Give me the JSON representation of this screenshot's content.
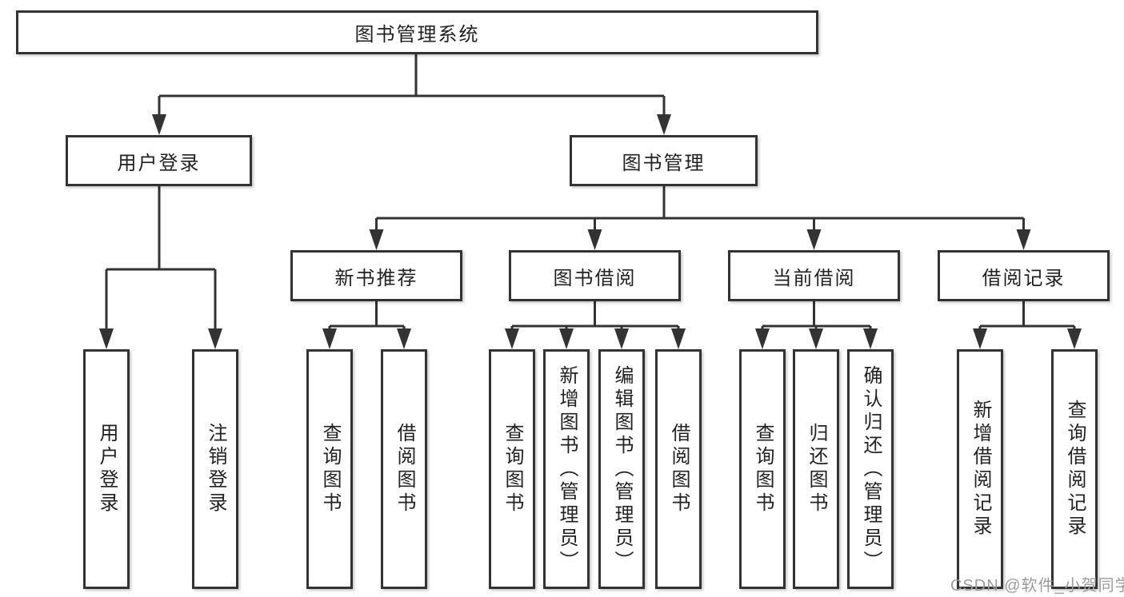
{
  "colors": {
    "line": "#333333",
    "box_border": "#333333",
    "box_fill": "#ffffff",
    "text": "#222222",
    "watermark": "#9c9c9c",
    "background": "#ffffff"
  },
  "tree": {
    "root": {
      "label": "图书管理系统"
    },
    "level2": [
      {
        "label": "用户登录",
        "leaves": [
          {
            "label": "用户登录"
          },
          {
            "label": "注销登录"
          }
        ]
      },
      {
        "label": "图书管理",
        "groups": [
          {
            "label": "新书推荐",
            "leaves": [
              {
                "label": "查询图书"
              },
              {
                "label": "借阅图书"
              }
            ]
          },
          {
            "label": "图书借阅",
            "leaves": [
              {
                "label": "查询图书"
              },
              {
                "label": "新增图书（管理员）"
              },
              {
                "label": "编辑图书（管理员）"
              },
              {
                "label": "借阅图书"
              }
            ]
          },
          {
            "label": "当前借阅",
            "leaves": [
              {
                "label": "查询图书"
              },
              {
                "label": "归还图书"
              },
              {
                "label": "确认归还（管理员）"
              }
            ]
          },
          {
            "label": "借阅记录",
            "leaves": [
              {
                "label": "新增借阅记录"
              },
              {
                "label": "查询借阅记录"
              }
            ]
          }
        ]
      }
    ]
  },
  "watermark": {
    "text": "CSDN @软件_小贺同学"
  }
}
